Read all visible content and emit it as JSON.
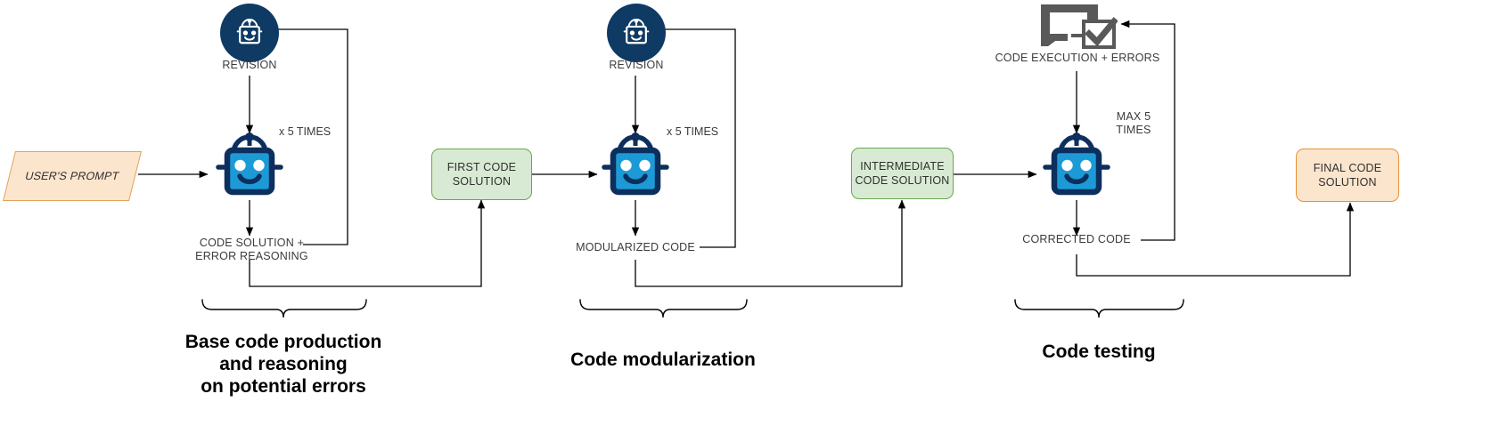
{
  "diagram": {
    "title_present": false,
    "colors": {
      "robot_body": "#1c9ad6",
      "robot_outline": "#0d2f5e",
      "revision_circle": "#123a63",
      "green_fill": "#d8ead3",
      "green_border": "#6aa84f",
      "orange_fill": "#fce5cd",
      "orange_border": "#e69138",
      "monitor_icon": "#595959",
      "wire": "#000000",
      "label_text": "#3b3b3b"
    },
    "stages": [
      {
        "id": "stage-1",
        "title": "Base code production\nand reasoning\non potential errors",
        "revision_label": "REVISION",
        "loop_label": "x 5 TIMES",
        "output_label": "CODE SOLUTION +\nERROR REASONING",
        "input": {
          "shape": "parallelogram",
          "label": "USER'S PROMPT"
        },
        "agent_icon": "robot-agent-icon",
        "revision_icon": "robot-revision-icon"
      },
      {
        "id": "stage-2",
        "title": "Code modularization",
        "revision_label": "REVISION",
        "loop_label": "x 5 TIMES",
        "output_label": "MODULARIZED CODE",
        "input": {
          "shape": "rounded-green",
          "label": "FIRST CODE\nSOLUTION"
        },
        "agent_icon": "robot-agent-icon",
        "revision_icon": "robot-revision-icon"
      },
      {
        "id": "stage-3",
        "title": "Code testing",
        "revision_label": "CODE EXECUTION + ERRORS",
        "loop_label": "MAX  5\nTIMES",
        "output_label": "CORRECTED CODE",
        "input": {
          "shape": "rounded-green",
          "label": "INTERMEDIATE\nCODE SOLUTION"
        },
        "agent_icon": "robot-agent-icon",
        "revision_icon": "monitor-check-icon"
      }
    ],
    "final_output": {
      "shape": "rounded-orange",
      "label": "FINAL CODE\nSOLUTION"
    }
  }
}
